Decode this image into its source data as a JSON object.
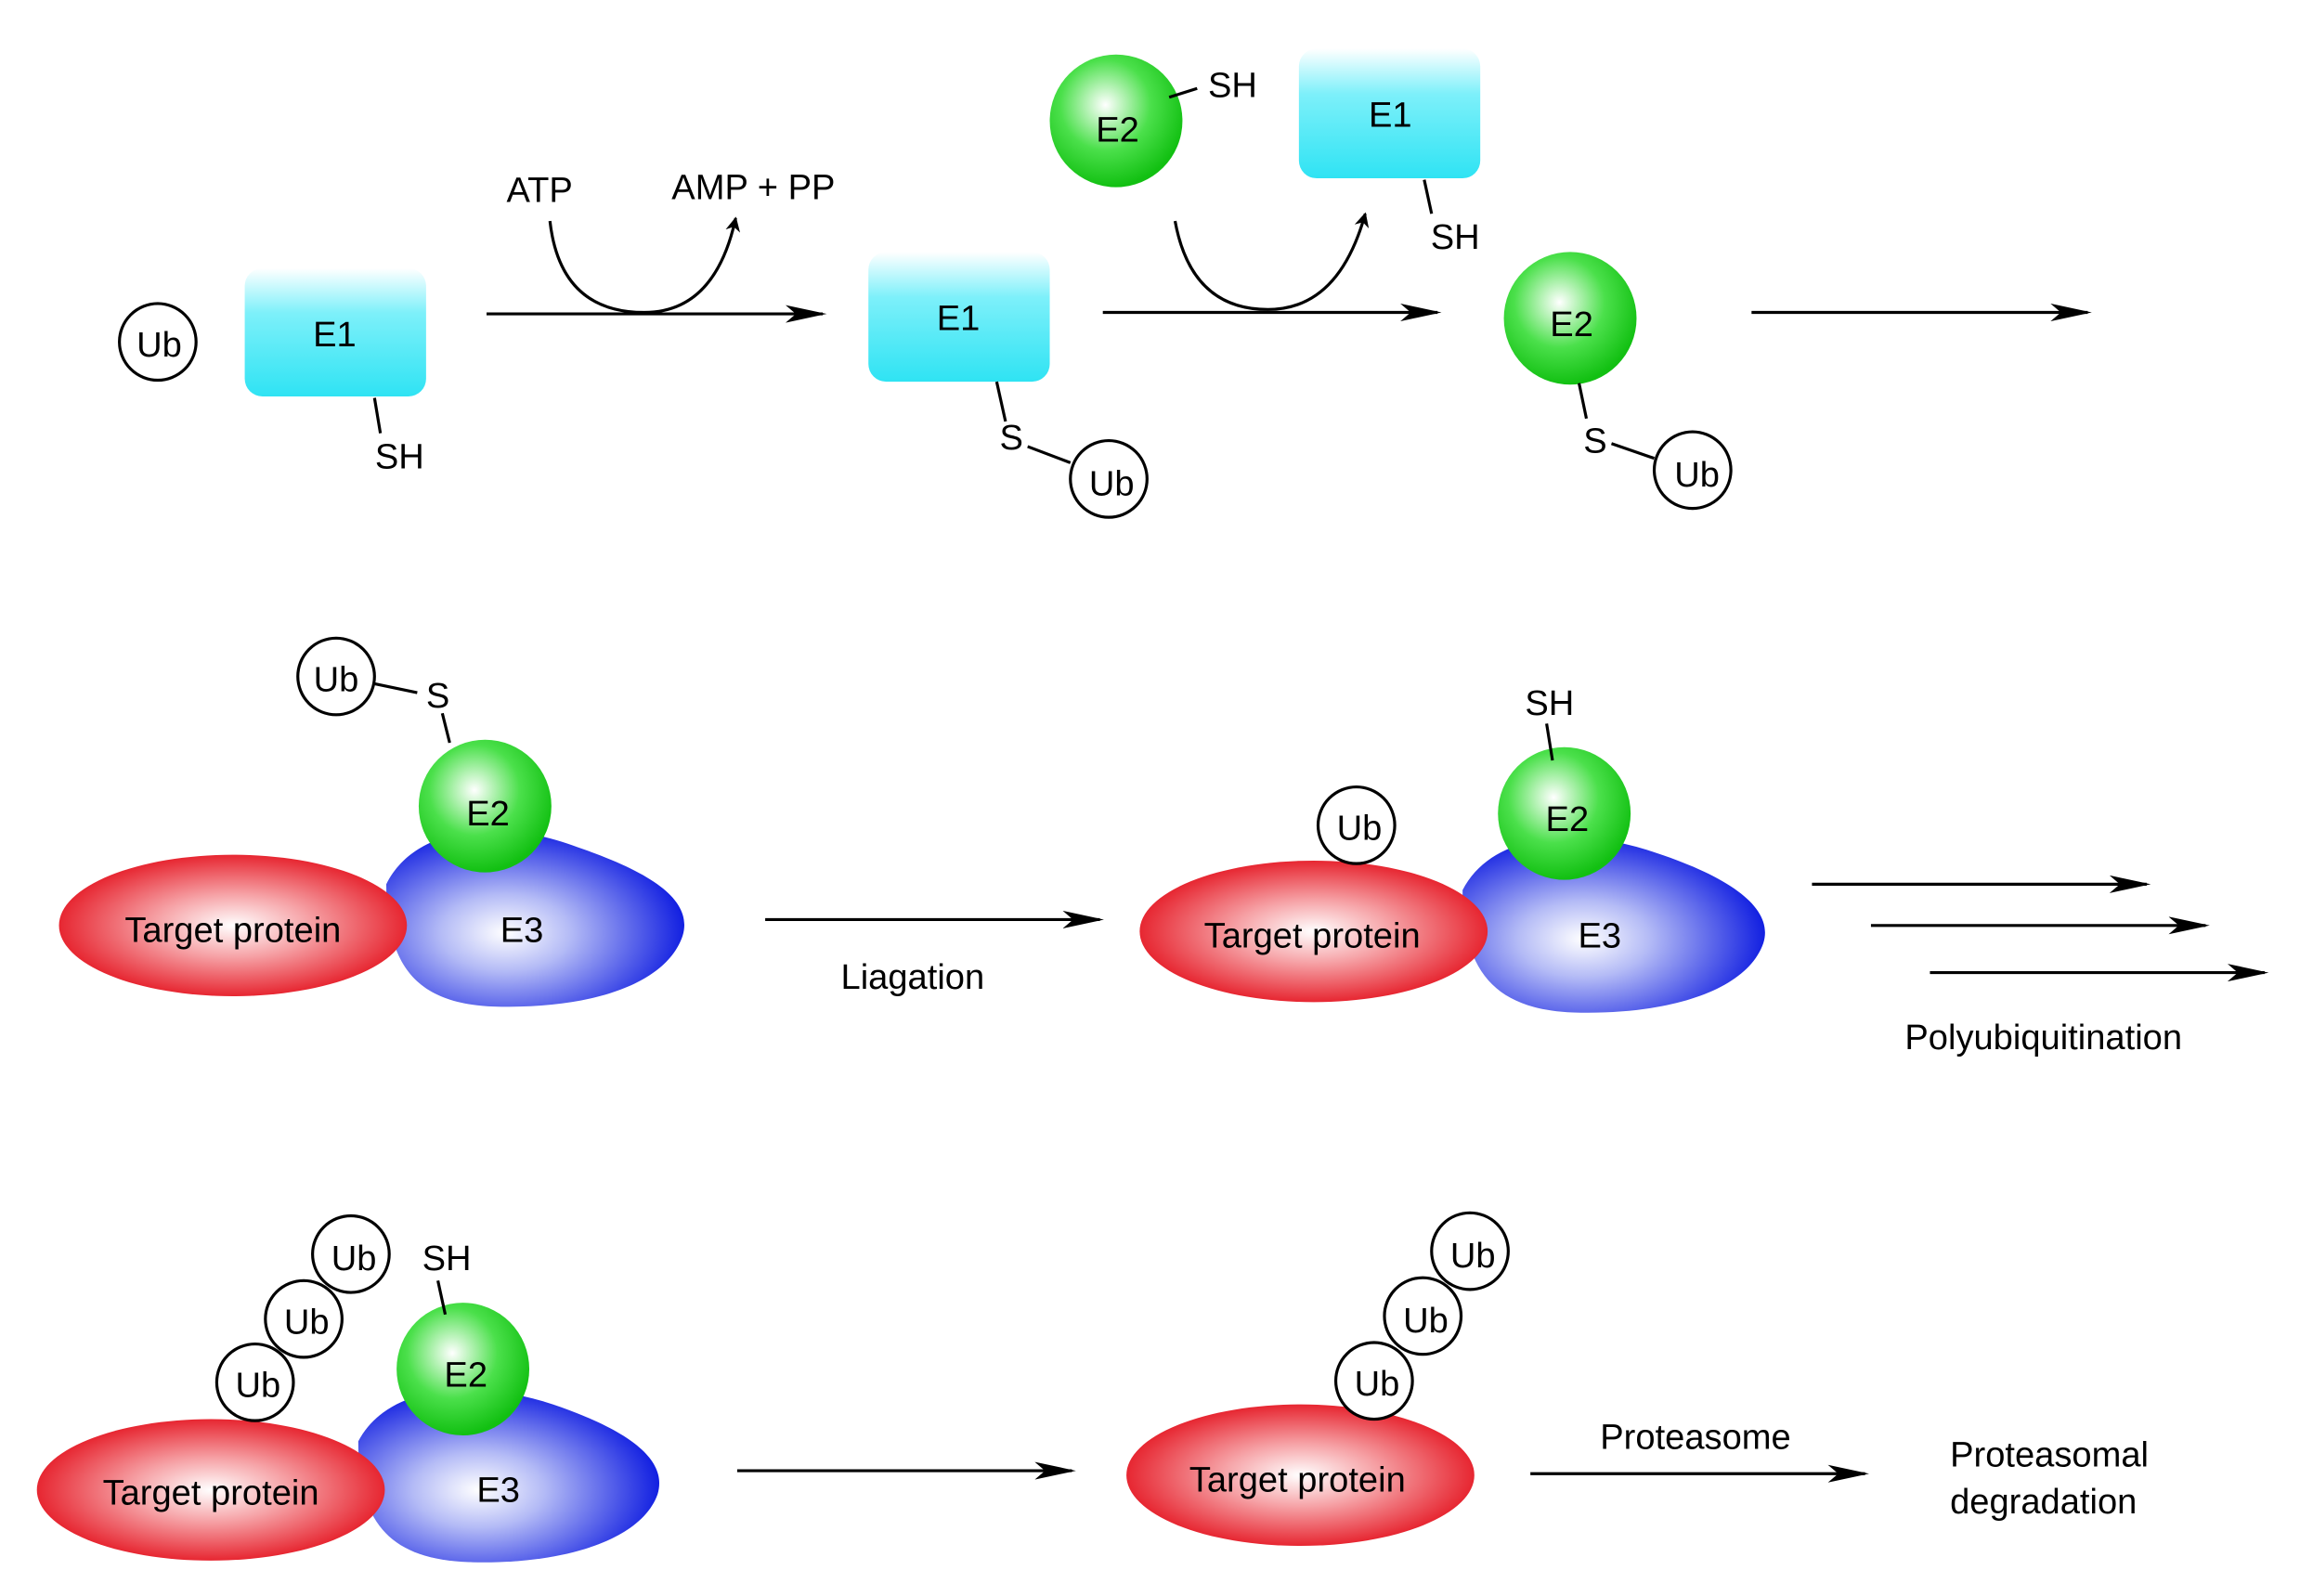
{
  "labels": {
    "ub": "Ub",
    "e1": "E1",
    "e2": "E2",
    "e3": "E3",
    "sh": "SH",
    "s": "S",
    "target": "Target protein",
    "atp": "ATP",
    "amp_pp": "AMP + PP",
    "ligation": "Liagation",
    "polyubiquitination": "Polyubiquitination",
    "proteasome": "Proteasome",
    "degradation_line1": "Proteasomal",
    "degradation_line2": "degradation"
  },
  "colors": {
    "e1": "#33E5F5",
    "e2": "#1FD61F",
    "e3": "#0A1AE0",
    "target": "#E8121E",
    "line": "#000000"
  }
}
